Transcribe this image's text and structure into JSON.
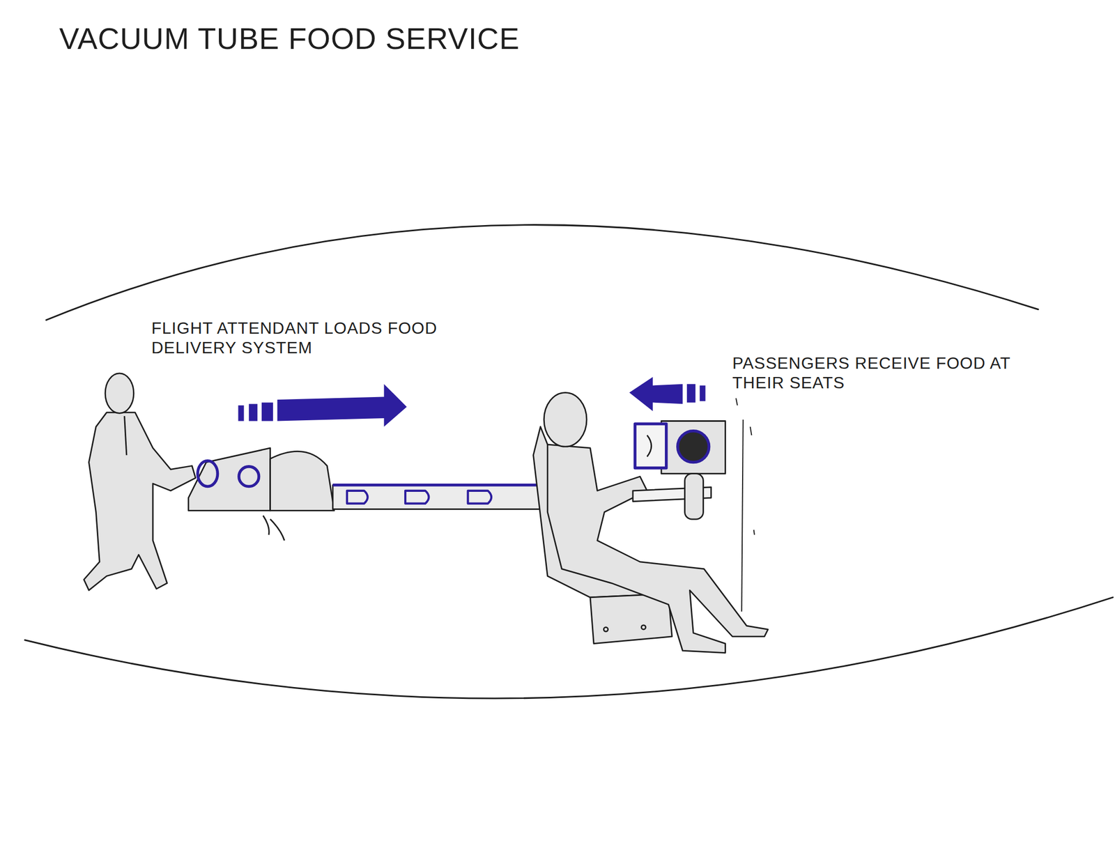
{
  "diagram": {
    "title": "VACUUM TUBE FOOD SERVICE",
    "labels": [
      "FLIGHT ATTENDANT LOADS FOOD DELIVERY SYSTEM",
      "PASSENGERS RECEIVE FOOD AT THEIR SEATS"
    ]
  }
}
